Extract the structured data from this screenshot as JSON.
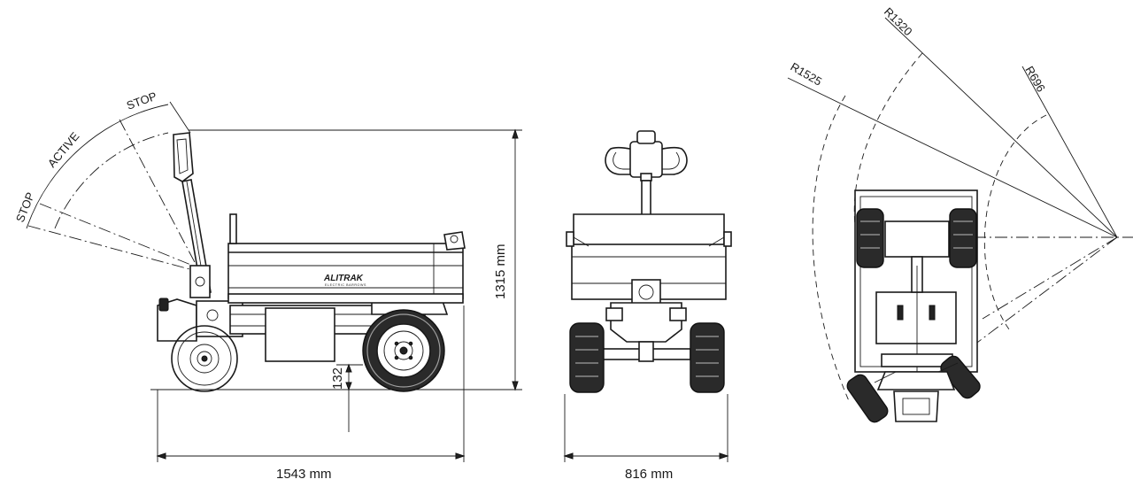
{
  "side_view": {
    "brand_logo": "ALITRAK",
    "brand_sub": "ELECTRIC BARROWS",
    "labels": {
      "stop_top": "STOP",
      "active": "ACTIVE",
      "stop_bottom": "STOP"
    },
    "dims": {
      "length": "1543 mm",
      "height": "1315 mm",
      "clearance": "132"
    }
  },
  "front_view": {
    "dims": {
      "width": "816 mm"
    }
  },
  "top_view": {
    "radii": {
      "outer": "R1525",
      "middle": "R1320",
      "inner": "R696"
    }
  }
}
